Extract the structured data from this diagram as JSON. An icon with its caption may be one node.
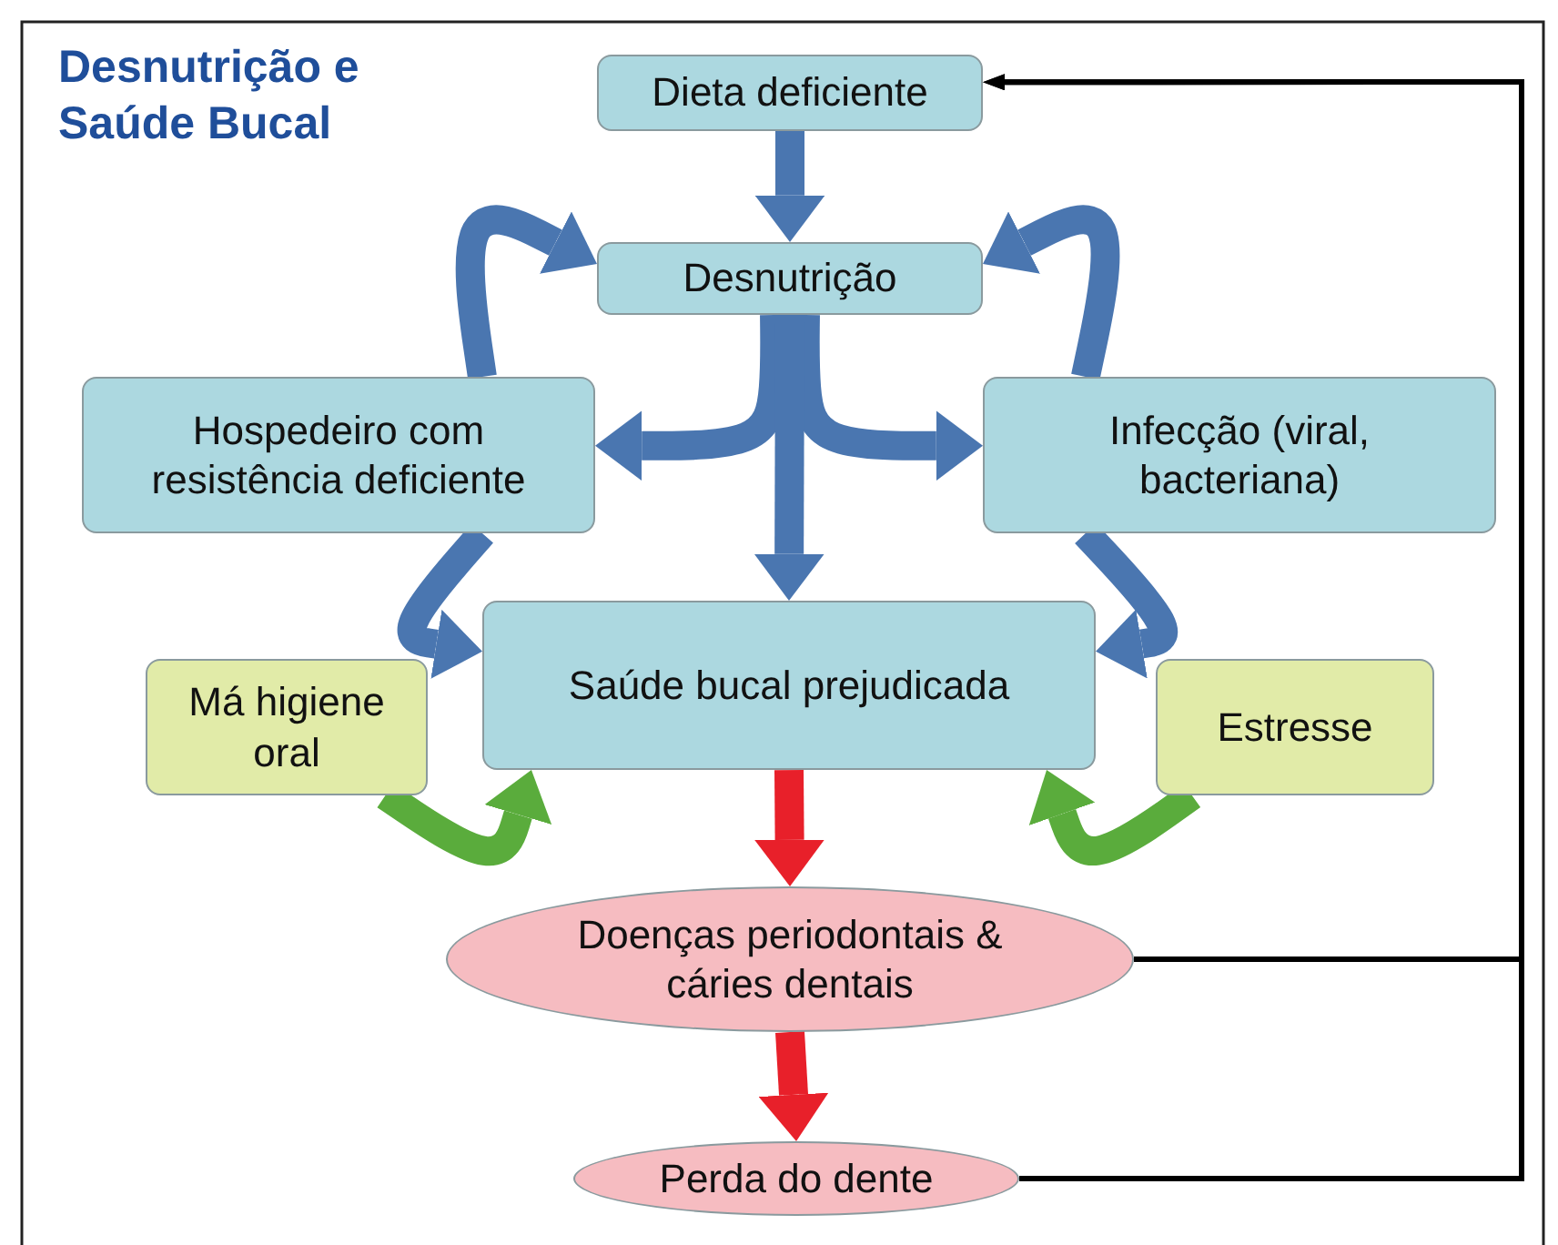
{
  "diagram": {
    "title": "Desnutrição e Saúde Bucal",
    "nodes": [
      {
        "text": [
          "Dieta deficiente"
        ]
      },
      {
        "text": [
          "Desnutrição"
        ]
      },
      {
        "text": [
          "Hospedeiro com resistência deficiente"
        ]
      },
      {
        "text": [
          "Infecção (viral, bacteriana)"
        ]
      },
      {
        "text": [
          "Saúde bucal prejudicada"
        ]
      },
      {
        "text": [
          "Má higiene oral"
        ]
      },
      {
        "text": [
          "Estresse"
        ]
      },
      {
        "text": [
          "Doenças periodontais & cáries dentais"
        ]
      },
      {
        "text": [
          "Perda do dente"
        ]
      }
    ],
    "edges": [
      {
        "from": 0,
        "to": 1,
        "arrow": "to"
      },
      {
        "from": 2,
        "to": 1,
        "arrow": "to"
      },
      {
        "from": 3,
        "to": 1,
        "arrow": "to"
      },
      {
        "from": 1,
        "to": 2,
        "arrow": "to"
      },
      {
        "from": 1,
        "to": 3,
        "arrow": "to"
      },
      {
        "from": 1,
        "to": 4,
        "arrow": "to"
      },
      {
        "from": 2,
        "to": 4,
        "arrow": "to"
      },
      {
        "from": 3,
        "to": 4,
        "arrow": "to"
      },
      {
        "from": 5,
        "to": 4,
        "arrow": "to",
        "color": "#5aac3c"
      },
      {
        "from": 6,
        "to": 4,
        "arrow": "to",
        "color": "#5aac3c"
      },
      {
        "from": 4,
        "to": 7,
        "arrow": "to",
        "color": "#e8202a"
      },
      {
        "from": 7,
        "to": 8,
        "arrow": "to",
        "color": "#e8202a"
      },
      {
        "from": 7,
        "to": 0,
        "arrow": "to",
        "color": "#000000"
      },
      {
        "from": 8,
        "to": 0,
        "arrow": "to",
        "color": "#000000"
      }
    ]
  }
}
